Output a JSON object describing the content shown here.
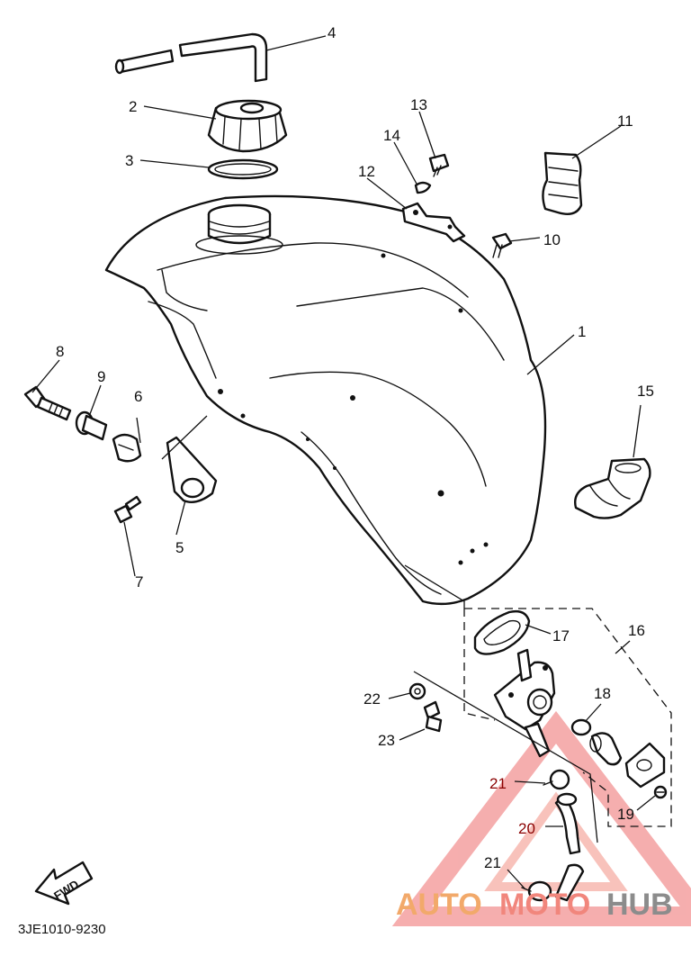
{
  "diagram": {
    "part_numbers": [
      "1",
      "2",
      "3",
      "4",
      "5",
      "6",
      "7",
      "8",
      "9",
      "10",
      "11",
      "12",
      "13",
      "14",
      "15",
      "16",
      "17",
      "18",
      "19",
      "20",
      "21",
      "21",
      "22",
      "23"
    ],
    "fwd_label": "FWD",
    "diagram_code": "3JE1010-9230"
  },
  "watermark": {
    "brand_part1": "AUTO",
    "brand_part2": "MOTO",
    "brand_part3": "HUB",
    "color_primary": "#f2a96a",
    "color_secondary": "#f1867c",
    "color_dark": "#8c8c8c"
  }
}
